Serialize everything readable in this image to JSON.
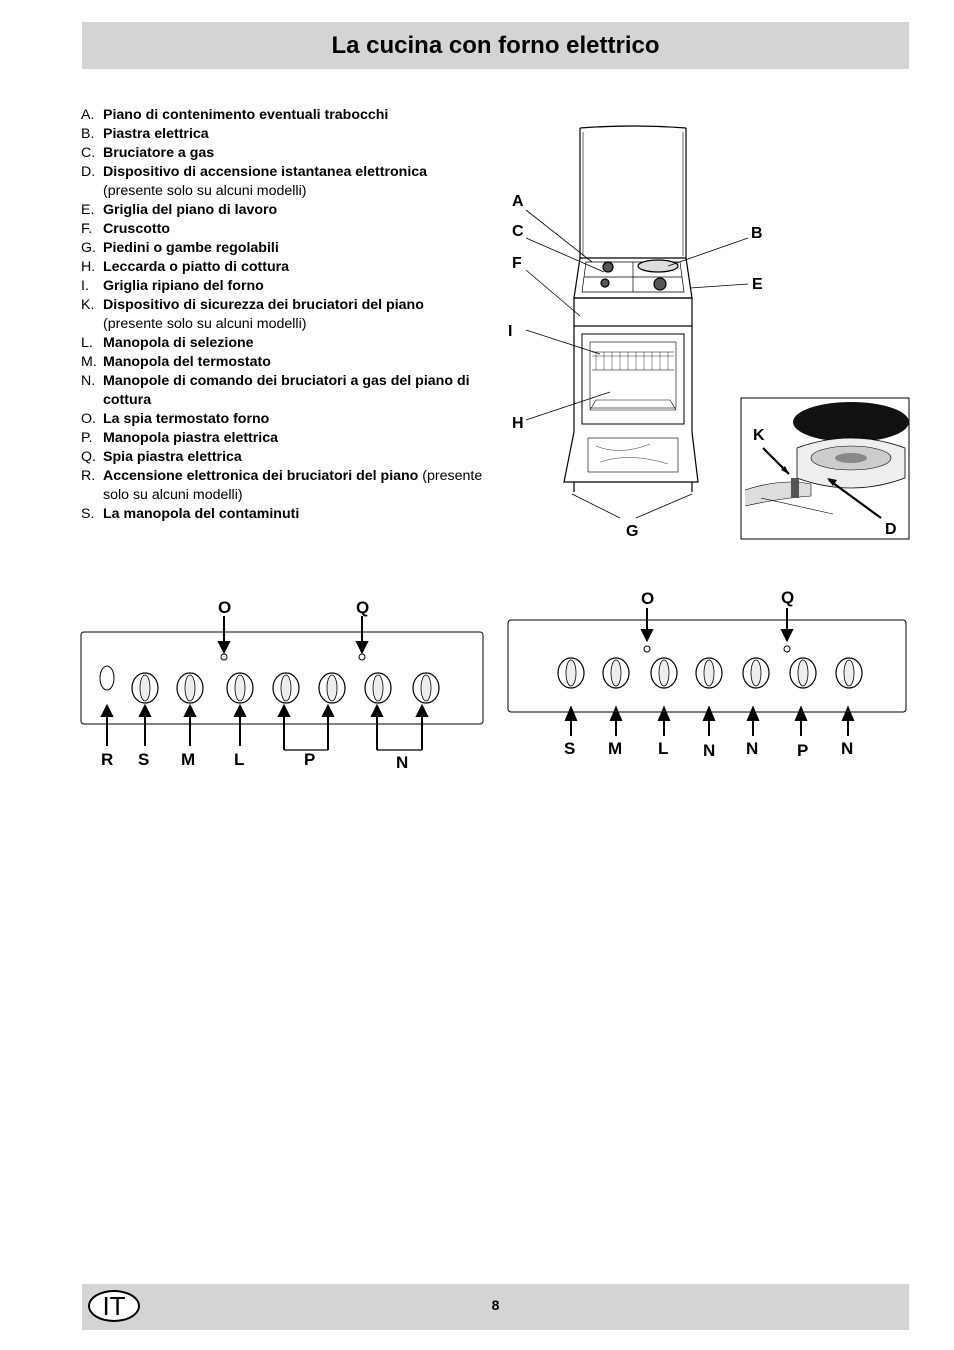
{
  "header": {
    "title": "La cucina con forno elettrico"
  },
  "legend": [
    {
      "letter": "A.",
      "text": "Piano di contenimento eventuali trabocchi",
      "note": ""
    },
    {
      "letter": "B.",
      "text": "Piastra elettrica",
      "note": ""
    },
    {
      "letter": "C.",
      "text": "Bruciatore a gas",
      "note": ""
    },
    {
      "letter": "D.",
      "text": "Dispositivo di accensione istantanea elettronica",
      "note": " (presente solo su alcuni modelli)"
    },
    {
      "letter": "E.",
      "text": "Griglia del piano di lavoro",
      "note": ""
    },
    {
      "letter": "F.",
      "text": "Cruscotto",
      "note": ""
    },
    {
      "letter": "G.",
      "text": "Piedini o gambe regolabili",
      "note": ""
    },
    {
      "letter": "H.",
      "text": "Leccarda o piatto di cottura",
      "note": ""
    },
    {
      "letter": "I.",
      "text": "Griglia ripiano del forno",
      "note": ""
    },
    {
      "letter": "K.",
      "text": "Dispositivo di sicurezza dei bruciatori del piano",
      "note": " (presente solo su alcuni modelli)"
    },
    {
      "letter": "L.",
      "text": "Manopola di selezione",
      "note": ""
    },
    {
      "letter": "M.",
      "text": "Manopola del termostato",
      "note": ""
    },
    {
      "letter": "N.",
      "text": "Manopole di comando dei bruciatori a gas del piano di cottura",
      "note": ""
    },
    {
      "letter": "O.",
      "text": "La spia termostato forno",
      "note": ""
    },
    {
      "letter": "P.",
      "text": "Manopola piastra elettrica",
      "note": ""
    },
    {
      "letter": "Q.",
      "text": "Spia piastra elettrica",
      "note": ""
    },
    {
      "letter": "R.",
      "text": "Accensione elettronica dei bruciatori del piano",
      "note": " (presente solo su alcuni modelli)"
    },
    {
      "letter": "S.",
      "text": "La manopola del contaminuti",
      "note": ""
    }
  ],
  "cooker_labels": {
    "A": "A",
    "B": "B",
    "C": "C",
    "E": "E",
    "F": "F",
    "G": "G",
    "H": "H",
    "I": "I"
  },
  "burner_labels": {
    "K": "K",
    "D": "D"
  },
  "panel_left": {
    "top_labels": [
      "O",
      "Q"
    ],
    "bottom_labels": [
      "R",
      "S",
      "M",
      "L",
      "P",
      "N"
    ]
  },
  "panel_right": {
    "top_labels": [
      "O",
      "Q"
    ],
    "bottom_labels": [
      "S",
      "M",
      "L",
      "N",
      "N",
      "P",
      "N"
    ]
  },
  "footer": {
    "language": "IT",
    "page": "8"
  }
}
